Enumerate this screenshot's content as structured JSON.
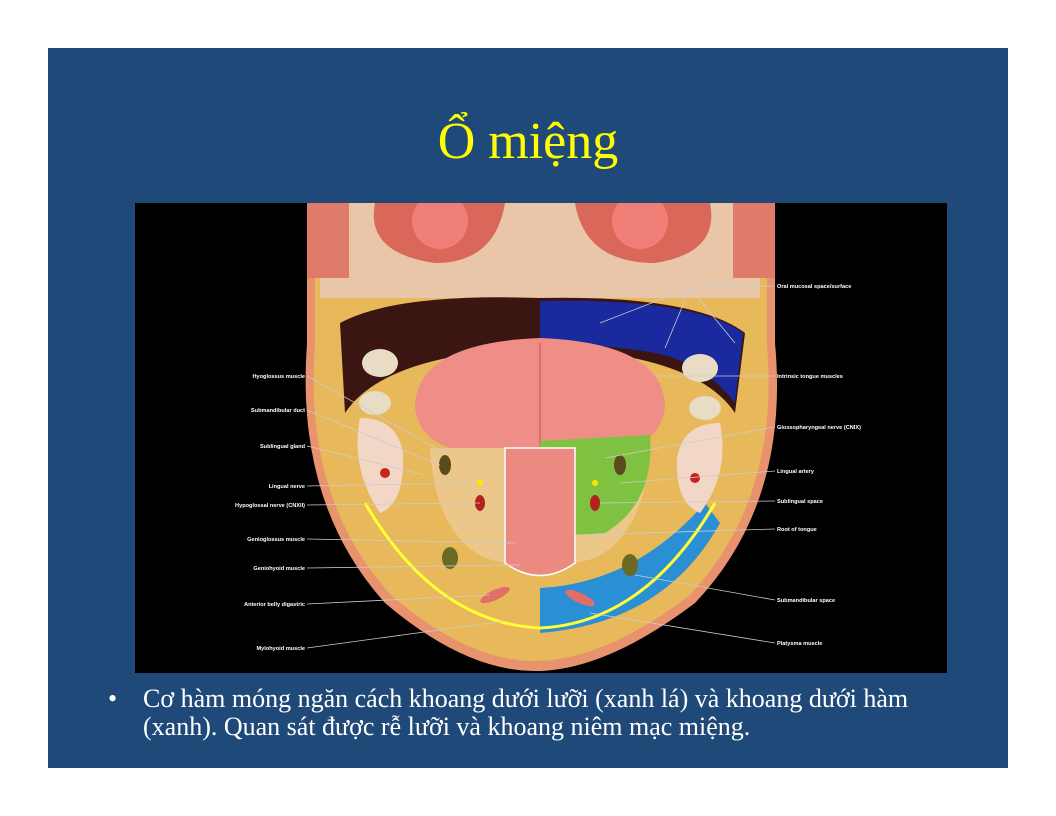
{
  "slide": {
    "title": "Ổ miệng",
    "bullet_symbol": "•",
    "bullet_text": "Cơ hàm móng ngăn cách khoang dưới lưỡi (xanh lá) và khoang dưới hàm (xanh). Quan sát được rễ lưỡi và khoang niêm mạc miệng."
  },
  "figure": {
    "labels_left": [
      "Hyoglossus muscle",
      "Submandibular duct",
      "Sublingual gland",
      "Lingual nerve",
      "Hypoglossal nerve (CNXII)",
      "Genioglossus muscle",
      "Geniohyoid muscle",
      "Anterior belly digastric",
      "Mylohyoid muscle"
    ],
    "labels_right": [
      "Oral mucosal space/surface",
      "Intrinsic tongue muscles",
      "Glossopharyngeal nerve (CNIX)",
      "Lingual artery",
      "Sublingual space",
      "Root of tongue",
      "Submandibular space",
      "Platysma muscle"
    ]
  },
  "colors": {
    "background": "#1f4979",
    "title": "#ffff00",
    "body_text": "#ffffff",
    "sublingual_space": "#7fc241",
    "submandibular_space": "#2b8fd6",
    "mucosal_space": "#1a2a9e"
  }
}
